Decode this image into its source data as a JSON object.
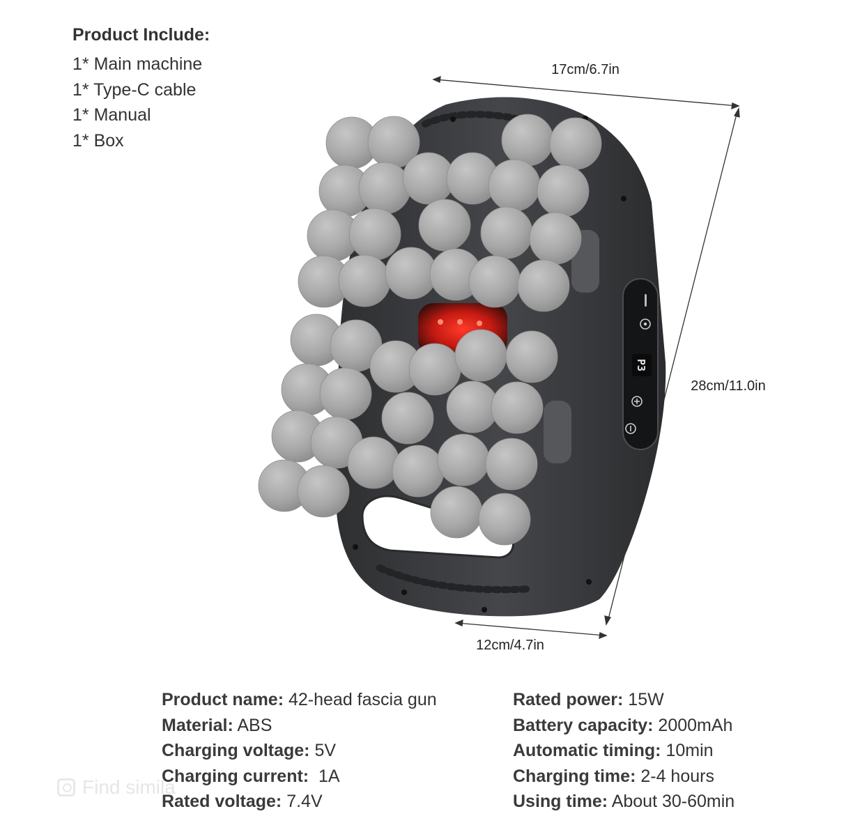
{
  "includes": {
    "title": "Product Include:",
    "items": [
      "1* Main machine",
      "1* Type-C cable",
      "1* Manual",
      "1* Box"
    ]
  },
  "dimensions": {
    "top": "17cm/6.7in",
    "right": "28cm/11.0in",
    "bottom": "12cm/4.7in"
  },
  "device": {
    "display_reading": "P3",
    "head_count": 42,
    "body_color": "#3b3c3e",
    "head_color": "#a9a9a9",
    "light_color": "#e0231c",
    "buttons": [
      "mode-icon",
      "power-icon",
      "plus-icon",
      "minus-icon"
    ]
  },
  "specs_left": [
    {
      "key": "Product name:",
      "value": " 42-head fascia gun"
    },
    {
      "key": "Material:",
      "value": " ABS"
    },
    {
      "key": "Charging voltage:",
      "value": " 5V"
    },
    {
      "key": "Charging current:",
      "value": "  1A"
    },
    {
      "key": "Rated voltage:",
      "value": " 7.4V"
    }
  ],
  "specs_right": [
    {
      "key": "Rated power:",
      "value": " 15W"
    },
    {
      "key": "Battery capacity:",
      "value": " 2000mAh"
    },
    {
      "key": "Automatic timing:",
      "value": " 10min"
    },
    {
      "key": "Charging time:",
      "value": " 2-4 hours"
    },
    {
      "key": "Using time:",
      "value": " About 30-60min"
    }
  ],
  "watermark": "Find simila"
}
